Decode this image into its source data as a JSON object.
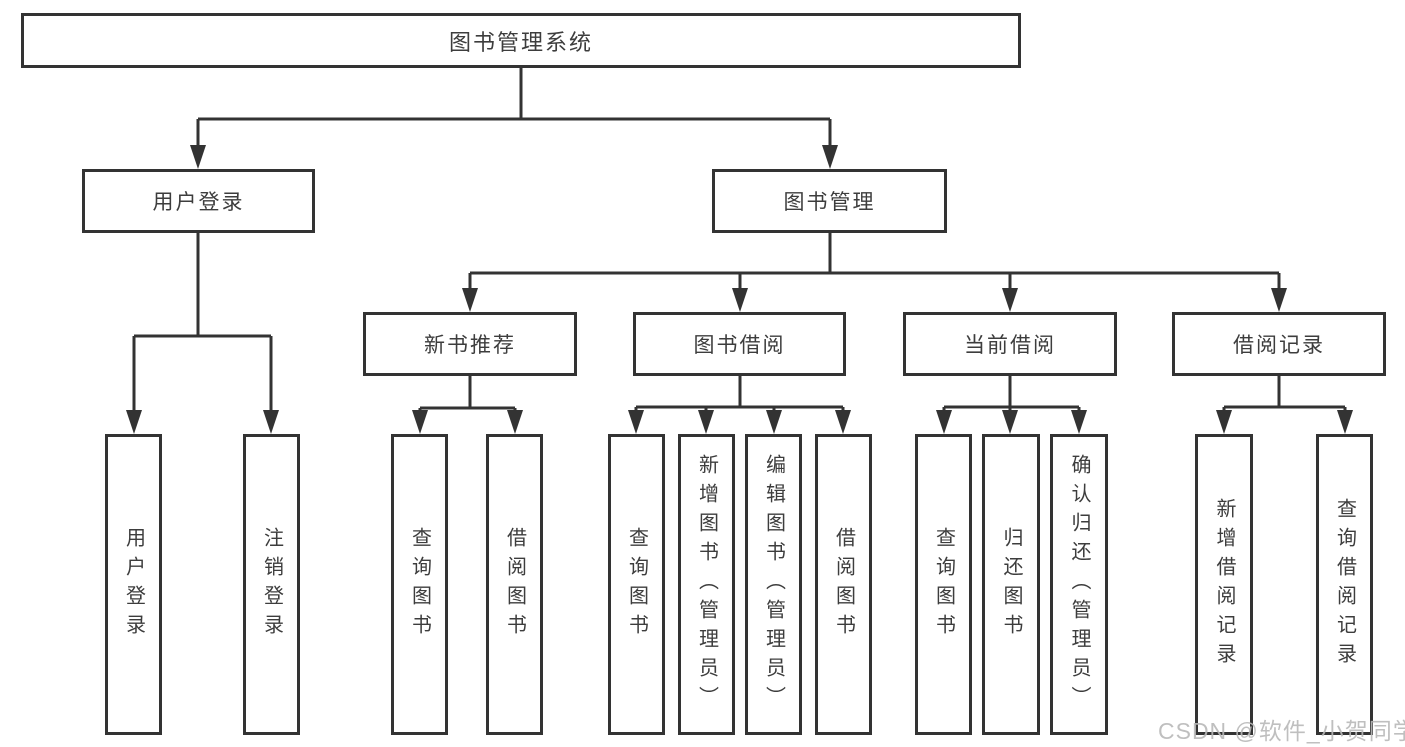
{
  "diagram": {
    "root": {
      "label": "图书管理系统"
    },
    "branches": [
      {
        "label": "用户登录",
        "children": [
          {
            "label": "用户登录"
          },
          {
            "label": "注销登录"
          }
        ]
      },
      {
        "label": "图书管理",
        "children": [
          {
            "label": "新书推荐",
            "children": [
              {
                "label": "查询图书"
              },
              {
                "label": "借阅图书"
              }
            ]
          },
          {
            "label": "图书借阅",
            "children": [
              {
                "label": "查询图书"
              },
              {
                "label": "新增图书（管理员）"
              },
              {
                "label": "编辑图书（管理员）"
              },
              {
                "label": "借阅图书"
              }
            ]
          },
          {
            "label": "当前借阅",
            "children": [
              {
                "label": "查询图书"
              },
              {
                "label": "归还图书"
              },
              {
                "label": "确认归还（管理员）"
              }
            ]
          },
          {
            "label": "借阅记录",
            "children": [
              {
                "label": "新增借阅记录"
              },
              {
                "label": "查询借阅记录"
              }
            ]
          }
        ]
      }
    ]
  },
  "watermark": {
    "text": "CSDN @软件_小贺同学"
  },
  "colors": {
    "line": "#333333",
    "text": "#3d3d3d",
    "watermark": "#b9b9b9",
    "background": "#ffffff"
  }
}
